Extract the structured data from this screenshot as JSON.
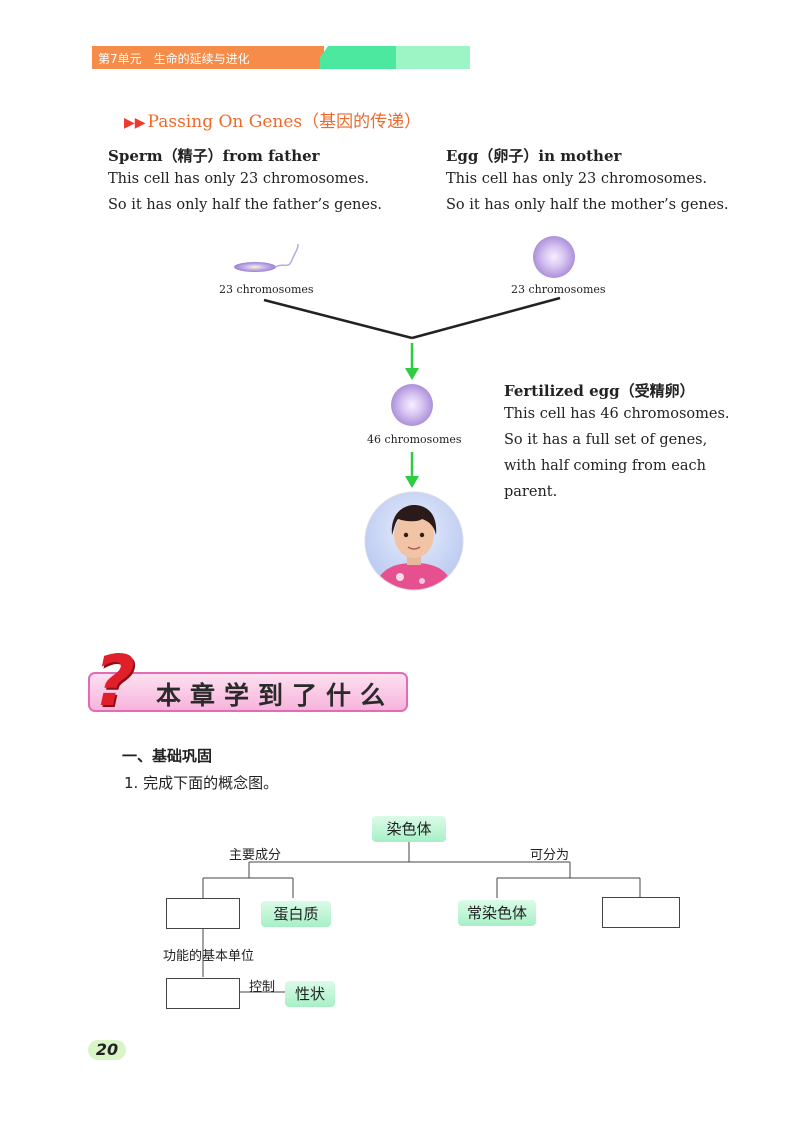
{
  "header": {
    "unit_label": "第7单元　生命的延续与进化",
    "colors": {
      "orange": "#f58c4a",
      "green": "#4de8a0",
      "light_green": "#9df5c6"
    }
  },
  "section": {
    "title": "Passing On Genes（基因的传递）",
    "bullet_icon": "double-triangle-icon"
  },
  "sperm": {
    "heading": "Sperm（精子）from father",
    "line1": "This cell has only 23 chromosomes.",
    "line2": "So it has only half the father’s genes.",
    "chromosomes": "23 chromosomes"
  },
  "egg": {
    "heading": "Egg（卵子）in mother",
    "line1": "This cell has only 23 chromosomes.",
    "line2": "So it has only half the mother’s genes.",
    "chromosomes": "23 chromosomes"
  },
  "fertilized": {
    "heading": "Fertilized egg（受精卵）",
    "line1": "This cell has 46 chromosomes.",
    "line2": "So it has a full set of  genes,",
    "line3": "with half coming from each",
    "line4": "parent.",
    "chromosomes": "46 chromosomes"
  },
  "chapter": {
    "title": "本章学到了什么",
    "icon": "question-mark-icon"
  },
  "exercise": {
    "section": "一、基础巩固",
    "question": "1. 完成下面的概念图。"
  },
  "concept_map": {
    "root": "染色体",
    "left_relation": "主要成分",
    "right_relation": "可分为",
    "protein": "蛋白质",
    "euchromatin": "常染色体",
    "function_relation": "功能的基本单位",
    "control_relation": "控制",
    "trait": "性状"
  },
  "page_number": "20"
}
